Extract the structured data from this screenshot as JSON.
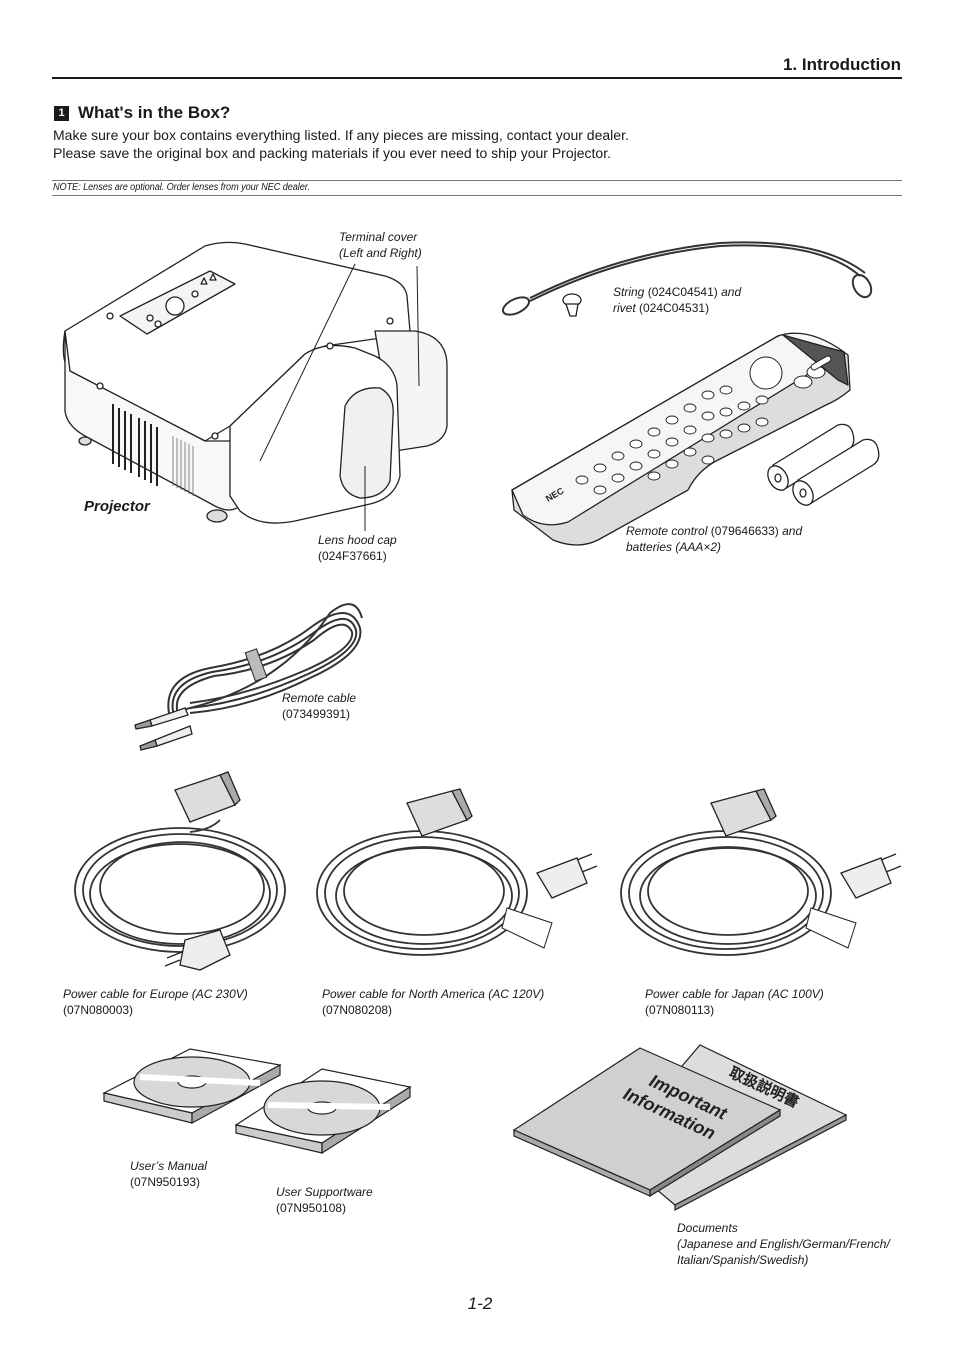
{
  "header": {
    "chapter": "1. Introduction"
  },
  "section": {
    "number": "1",
    "title": "What's in the Box?",
    "intro_line1": "Make sure your box contains everything listed. If any pieces are missing, contact your dealer.",
    "intro_line2": "Please save the original box and packing materials if you ever need to ship your Projector."
  },
  "note": "NOTE: Lenses are optional. Order lenses from your NEC dealer.",
  "items": {
    "terminal_cover": {
      "line1": "Terminal cover",
      "line2": "(Left and Right)"
    },
    "string": {
      "name": "String",
      "code": "(024C04541)",
      "and": "and",
      "rivet": "rivet",
      "rivet_code": "(024C04531)"
    },
    "projector": {
      "label": "Projector"
    },
    "lens_cap": {
      "name": "Lens hood cap",
      "code": "(024F37661)"
    },
    "remote_control": {
      "name": "Remote control",
      "code": "(079646633)",
      "and": "and",
      "batteries": "batteries (AAA×2)"
    },
    "remote_cable": {
      "name": "Remote cable",
      "code": "(073499391)"
    },
    "power_eu": {
      "name": "Power cable for Europe (AC 230V)",
      "code": "(07N080003)"
    },
    "power_na": {
      "name": "Power cable for North America (AC 120V)",
      "code": "(07N080208)"
    },
    "power_jp": {
      "name": "Power cable for Japan (AC 100V)",
      "code": "(07N080113)"
    },
    "users_manual": {
      "name": "User’s Manual",
      "code": "(07N950193)"
    },
    "supportware": {
      "name": "User Supportware",
      "code": "(07N950108)"
    },
    "documents": {
      "line1": "Documents",
      "line2": "(Japanese and English/German/French/",
      "line3": "Italian/Spanish/Swedish)"
    },
    "booklet_front": {
      "line1": "Important",
      "line2": "Information"
    },
    "booklet_back": {
      "text": "取扱説明書"
    },
    "remote_brand": "NEC"
  },
  "page_number": "1-2"
}
